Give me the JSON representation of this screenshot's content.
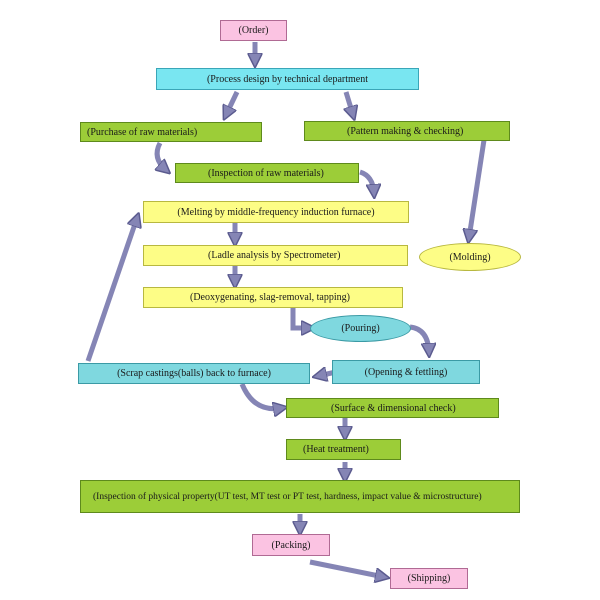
{
  "nodes": {
    "order": "(Order)",
    "process_design": "(Process design by technical department",
    "purchase": "(Purchase of raw materials)",
    "pattern": "(Pattern making & checking)",
    "inspection_raw": "(Inspection of raw materials)",
    "melting": "(Melting by middle-frequency induction furnace)",
    "molding": "(Molding)",
    "ladle": "(Ladle analysis by Spectrometer)",
    "deoxygenating": "(Deoxygenating, slag-removal, tapping)",
    "pouring": "(Pouring)",
    "opening": "(Opening & fettling)",
    "scrap": "(Scrap castings(balls) back to furnace)",
    "surface": "(Surface & dimensional check)",
    "heat": "(Heat treatment)",
    "physical": "(Inspection of physical property(UT test, MT test or PT test, hardness, impact value & microstructure)",
    "packing": "(Packing)",
    "shipping": "(Shipping)"
  },
  "colors": {
    "pink": "#fbc3e2",
    "cyan": "#79e6f1",
    "green": "#9ccd38",
    "yellow": "#fdfd86",
    "teal": "#7fd8df",
    "arrow": "#8585b5",
    "arrow_stroke": "#5b5b8f"
  }
}
